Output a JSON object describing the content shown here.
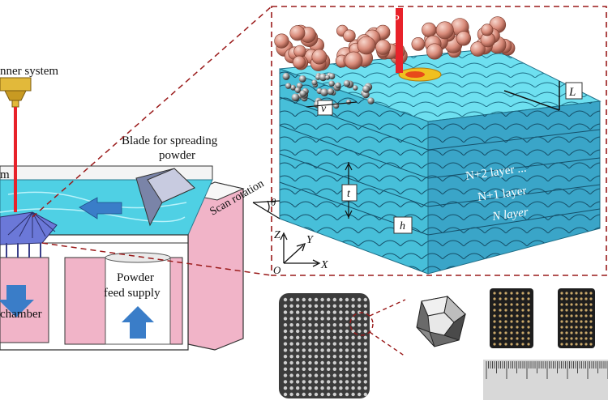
{
  "labels": {
    "scanner": "nner system",
    "blade_line1": "Blade for spreading",
    "blade_line2": "powder",
    "left_frag": "m",
    "scan_rotation": "Scan rotation",
    "theta": "θ",
    "powder_line1": "Powder",
    "powder_line2": "feed supply",
    "chamber": "chamber",
    "P": "P",
    "v": "v",
    "L": "L",
    "t": "t",
    "h": "h",
    "layer_n2": "N+2 layer ...",
    "layer_n1": "N+1 layer",
    "layer_n": "N layer",
    "axis_z": "Z",
    "axis_y": "Y",
    "axis_x": "X",
    "axis_o": "O"
  },
  "colors": {
    "laser": "#e8222a",
    "scanner_head": "#e2b93a",
    "cyan_bath": "#4fd0e4",
    "melt_block_top": "#6ee0f0",
    "melt_block_side": "#3aa5c8",
    "pink_wall": "#f1b4c8",
    "blue_arrow": "#3a7dc8",
    "particle": "#d98b7a",
    "dashed_frame": "#9a1a1a"
  }
}
